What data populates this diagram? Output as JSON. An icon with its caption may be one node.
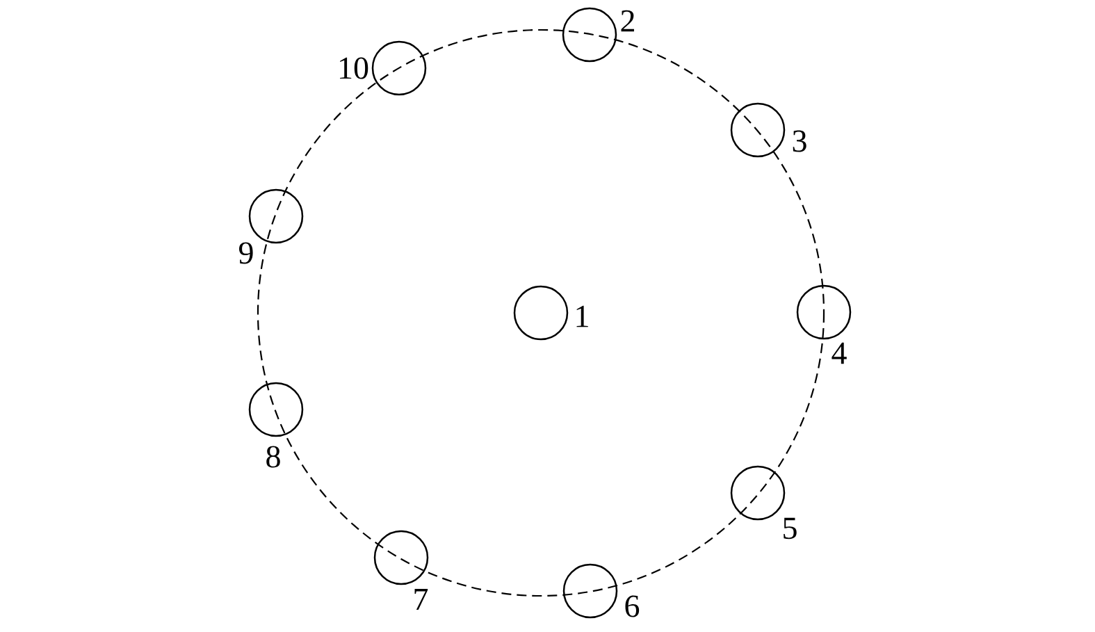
{
  "diagram": {
    "nodes": [
      {
        "text": [],
        "shape": "circle",
        "beside": [
          "1"
        ]
      },
      {
        "text": [],
        "shape": "circle",
        "beside": [
          "2"
        ]
      },
      {
        "text": [],
        "shape": "circle",
        "beside": [
          "3"
        ]
      },
      {
        "text": [],
        "shape": "circle",
        "beside": [
          "4"
        ]
      },
      {
        "text": [],
        "shape": "circle",
        "beside": [
          "5"
        ]
      },
      {
        "text": [],
        "shape": "circle",
        "beside": [
          "6"
        ]
      },
      {
        "text": [],
        "shape": "circle",
        "beside": [
          "7"
        ]
      },
      {
        "text": [],
        "shape": "circle",
        "beside": [
          "8"
        ]
      },
      {
        "text": [],
        "shape": "circle",
        "beside": [
          "9"
        ]
      },
      {
        "text": [],
        "shape": "circle",
        "beside": [
          "10"
        ]
      }
    ]
  }
}
